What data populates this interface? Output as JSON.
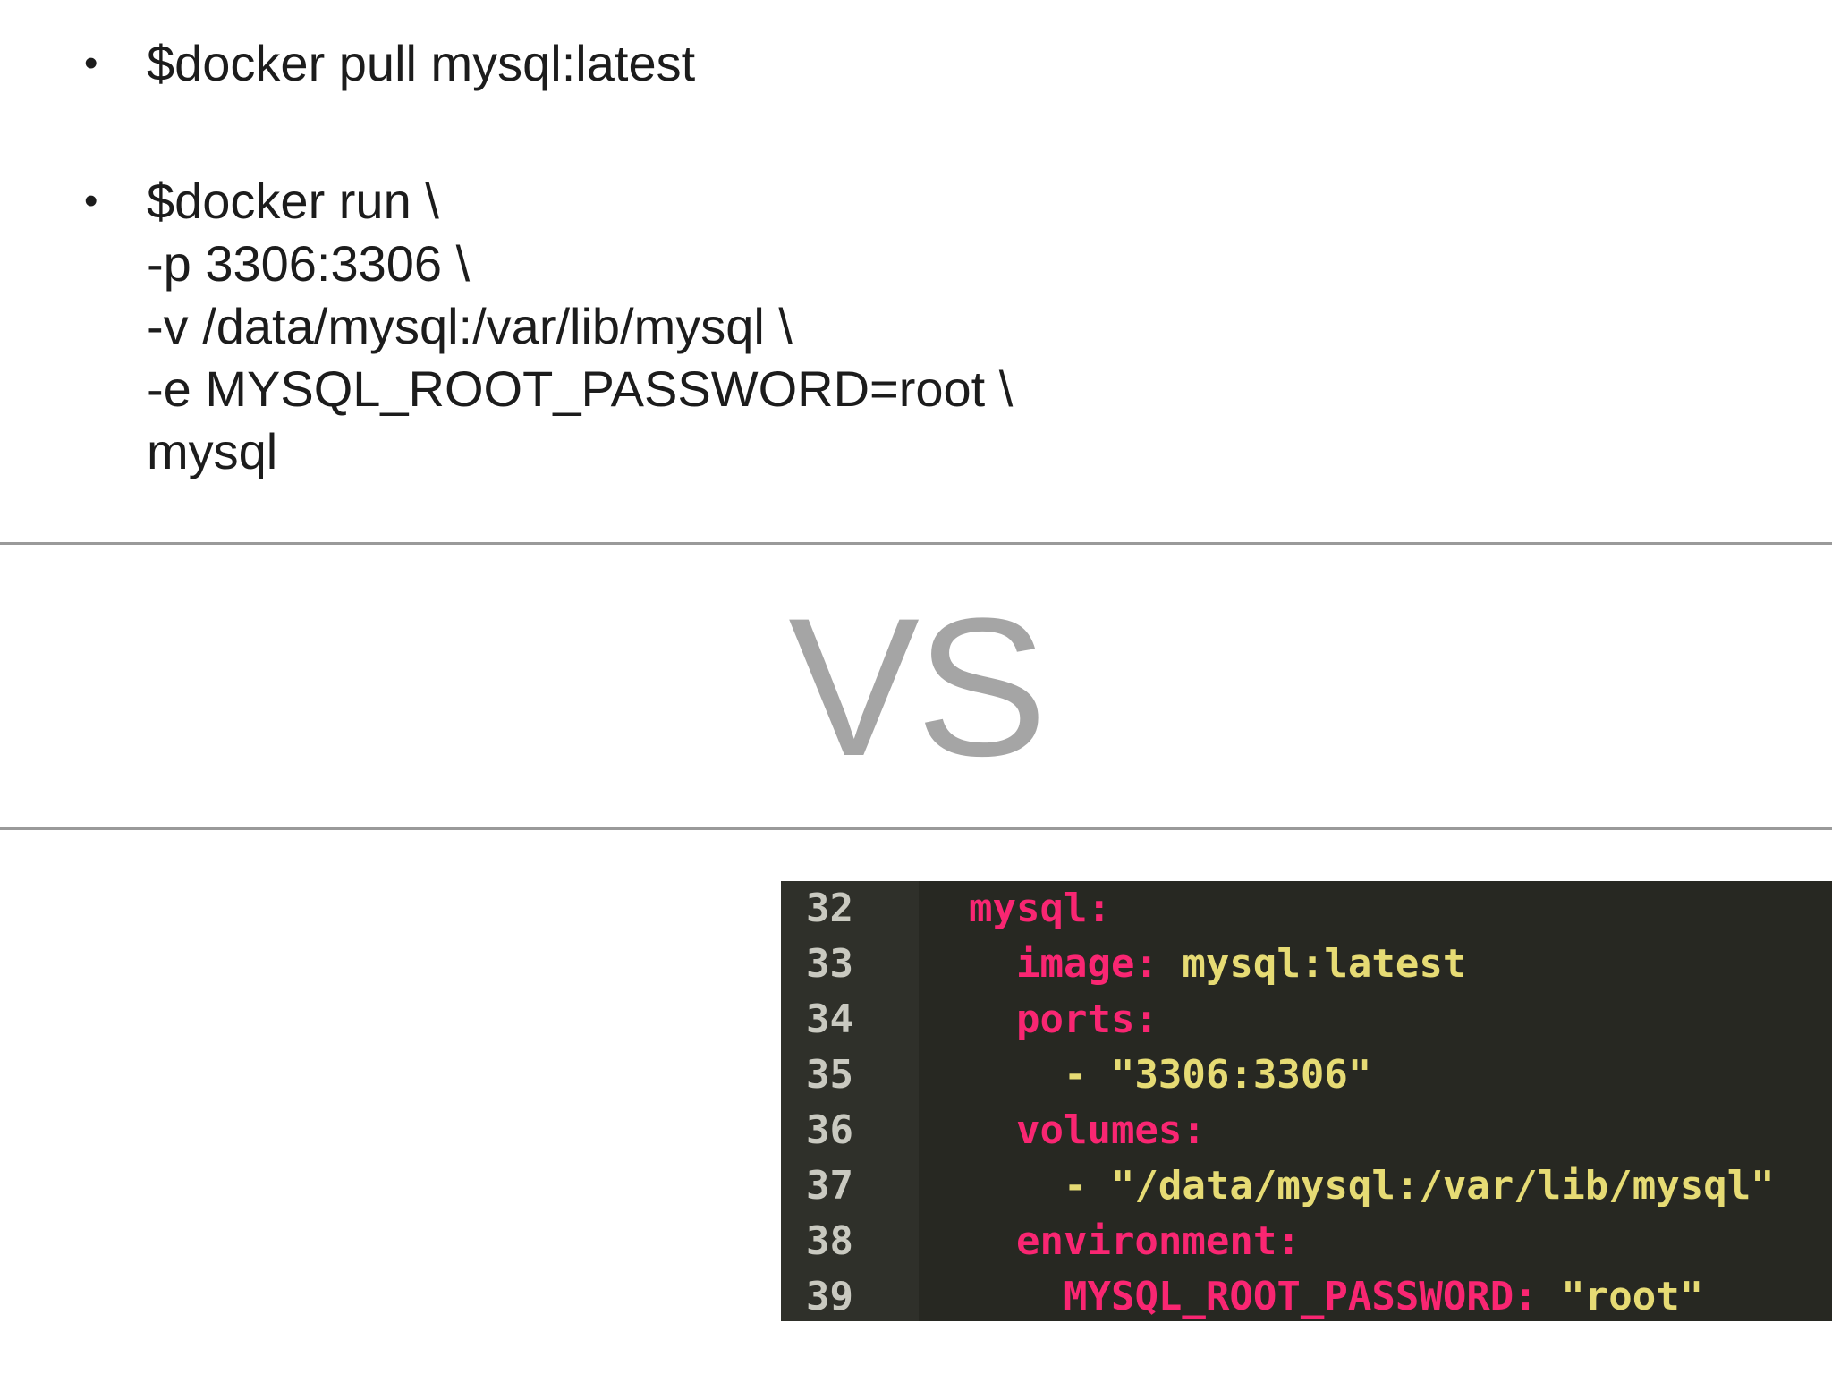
{
  "commands": [
    {
      "bullet": "•",
      "lines": [
        "$docker pull mysql:latest"
      ]
    },
    {
      "bullet": "•",
      "lines": [
        "$docker run \\",
        "-p 3306:3306 \\",
        "-v /data/mysql:/var/lib/mysql \\",
        "-e MYSQL_ROOT_PASSWORD=root \\",
        "mysql"
      ]
    }
  ],
  "vs_label": "VS",
  "editor": {
    "background": "#272822",
    "key_color": "#f92672",
    "string_color": "#e6db74",
    "lines": [
      {
        "number": "32",
        "indent": "",
        "key": "mysql:",
        "value": ""
      },
      {
        "number": "33",
        "indent": "  ",
        "key": "image:",
        "value": " mysql:latest"
      },
      {
        "number": "34",
        "indent": "  ",
        "key": "ports:",
        "value": ""
      },
      {
        "number": "35",
        "indent": "    ",
        "key": "",
        "value": "- \"3306:3306\""
      },
      {
        "number": "36",
        "indent": "  ",
        "key": "volumes:",
        "value": ""
      },
      {
        "number": "37",
        "indent": "    ",
        "key": "",
        "value": "- \"/data/mysql:/var/lib/mysql\""
      },
      {
        "number": "38",
        "indent": "  ",
        "key": "environment:",
        "value": ""
      },
      {
        "number": "39",
        "indent": "    ",
        "key": "MYSQL_ROOT_PASSWORD:",
        "value": " \"root\""
      }
    ]
  }
}
